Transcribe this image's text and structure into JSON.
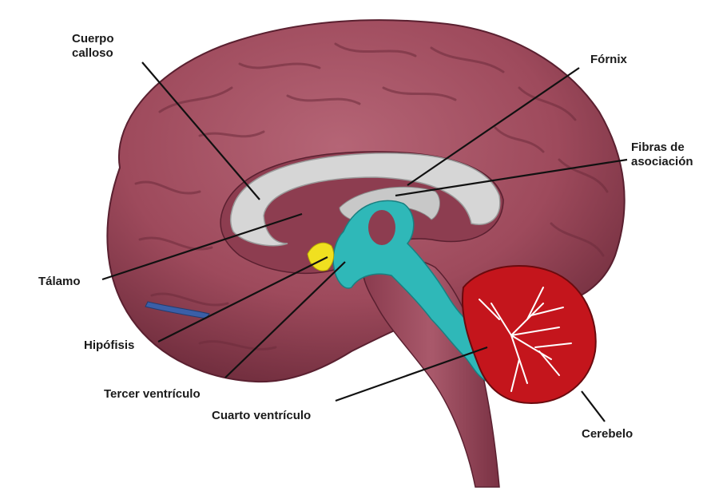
{
  "diagram": {
    "labels": {
      "cuerpo_calloso": [
        "Cuerpo",
        "calloso"
      ],
      "fornix": "Fórnix",
      "fibras_asociacion": [
        "Fibras de",
        "asociación"
      ],
      "talamo": "Tálamo",
      "hipofisis": "Hipófisis",
      "tercer_ventriculo": "Tercer ventrículo",
      "cuarto_ventriculo": "Cuarto ventrículo",
      "cerebelo": "Cerebelo"
    },
    "colors": {
      "cortex": "#9e4a5c",
      "cortex_shade": "#7a3244",
      "cortex_light": "#b76a7b",
      "corpus_callosum": "#d6d6d6",
      "ventricles": "#2fb8b8",
      "pituitary": "#f0e020",
      "cerebellum": "#c4151c",
      "leader_lines": "#111111"
    }
  }
}
